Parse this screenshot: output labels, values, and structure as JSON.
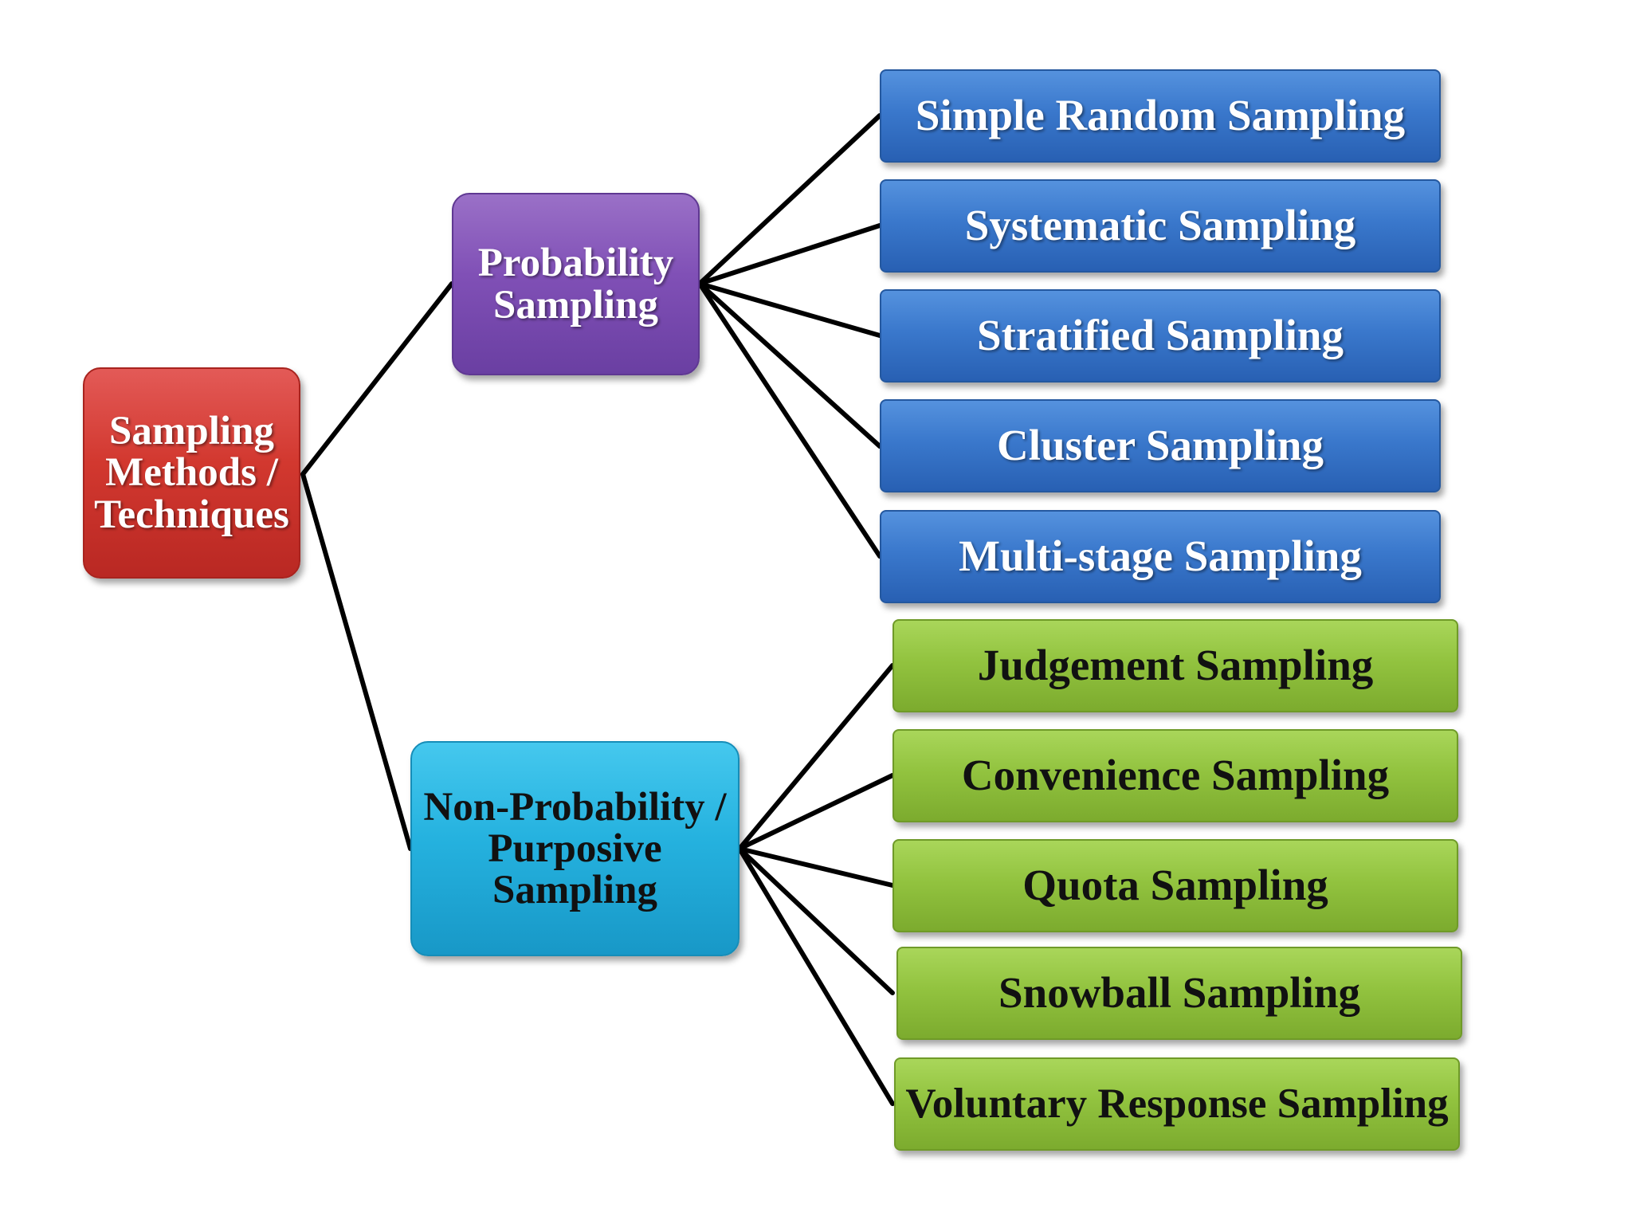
{
  "root": {
    "label": "Sampling Methods / Techniques"
  },
  "probability": {
    "label": "Probability Sampling",
    "methods": [
      "Simple Random  Sampling",
      "Systematic Sampling",
      "Stratified Sampling",
      "Cluster Sampling",
      "Multi-stage Sampling"
    ]
  },
  "non_probability": {
    "label": "Non-Probability / Purposive Sampling",
    "methods": [
      "Judgement Sampling",
      "Convenience Sampling",
      "Quota Sampling",
      "Snowball Sampling",
      "Voluntary Response Sampling"
    ]
  },
  "colors": {
    "root": "#d2382f",
    "probability": "#8050b6",
    "non_probability": "#25b2df",
    "probability_methods": "#3a78cc",
    "non_probability_methods": "#92c33f",
    "connector": "#000000"
  }
}
